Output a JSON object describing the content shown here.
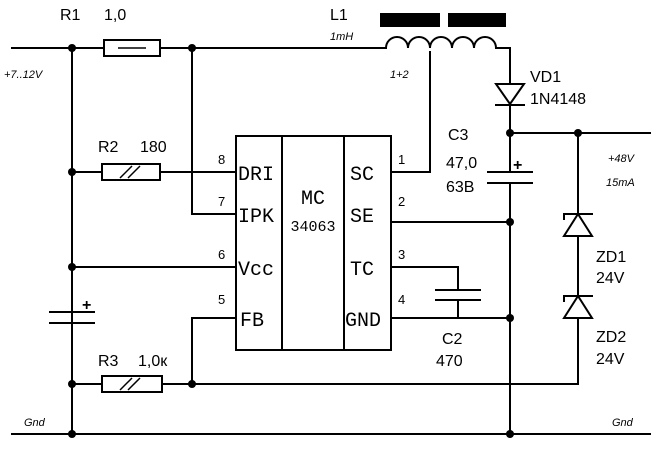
{
  "labels": {
    "r1_name": "R1",
    "r1_value": "1,0",
    "r2_name": "R2",
    "r2_value": "180",
    "r3_name": "R3",
    "r3_value": "1,0к",
    "l1_name": "L1",
    "l1_value": "1mH",
    "l1_taps": "1+2",
    "vd1_name": "VD1",
    "vd1_value": "1N4148",
    "c3_name": "C3",
    "c3_value1": "47,0",
    "c3_value2": "63В",
    "c2_name": "C2",
    "c2_value": "470",
    "zd1_name": "ZD1",
    "zd1_value": "24V",
    "zd2_name": "ZD2",
    "zd2_value": "24V",
    "input_voltage": "+7..12V",
    "output_voltage": "+48V",
    "output_current": "15mA",
    "gnd_left": "Gnd",
    "gnd_right": "Gnd"
  },
  "chip": {
    "name_line1": "MC",
    "name_line2": "34063",
    "pins_left": [
      {
        "num": "8",
        "name": "DRI"
      },
      {
        "num": "7",
        "name": "IPK"
      },
      {
        "num": "6",
        "name": "Vcc"
      },
      {
        "num": "5",
        "name": "FB"
      }
    ],
    "pins_right": [
      {
        "num": "1",
        "name": "SC"
      },
      {
        "num": "2",
        "name": "SE"
      },
      {
        "num": "3",
        "name": "TC"
      },
      {
        "num": "4",
        "name": "GND"
      }
    ]
  },
  "polarity": {
    "plus": "+"
  }
}
